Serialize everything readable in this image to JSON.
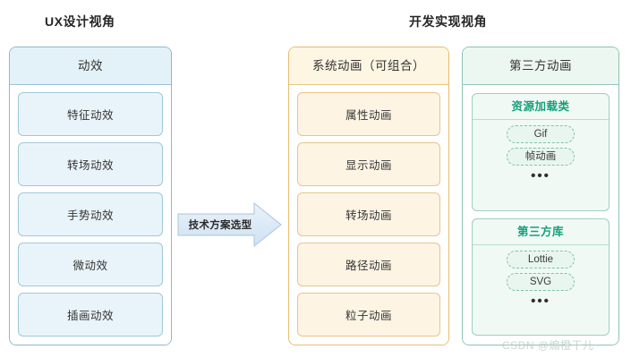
{
  "headings": {
    "ux": "UX设计视角",
    "dev": "开发实现视角"
  },
  "arrow": {
    "label": "技术方案选型",
    "color": "#dce9f5"
  },
  "panels": {
    "ux": {
      "title": "动效",
      "accent": "#8fb8cc",
      "items": [
        {
          "label": "特征动效"
        },
        {
          "label": "转场动效"
        },
        {
          "label": "手势动效"
        },
        {
          "label": "微动效"
        },
        {
          "label": "插画动效"
        }
      ]
    },
    "system": {
      "title": "系统动画（可组合）",
      "accent": "#e4bd72",
      "items": [
        {
          "label": "属性动画"
        },
        {
          "label": "显示动画"
        },
        {
          "label": "转场动画"
        },
        {
          "label": "路径动画"
        },
        {
          "label": "粒子动画"
        }
      ]
    },
    "third_party": {
      "title": "第三方动画",
      "accent": "#8cc3b3",
      "subtitle_color": "#16a07b",
      "groups": [
        {
          "title": "资源加载类",
          "items": [
            {
              "label": "Gif"
            },
            {
              "label": "帧动画"
            }
          ],
          "more": "•••"
        },
        {
          "title": "第三方库",
          "items": [
            {
              "label": "Lottie"
            },
            {
              "label": "SVG"
            }
          ],
          "more": "•••"
        }
      ]
    }
  },
  "watermark": "CSDN @煽橙干儿~"
}
